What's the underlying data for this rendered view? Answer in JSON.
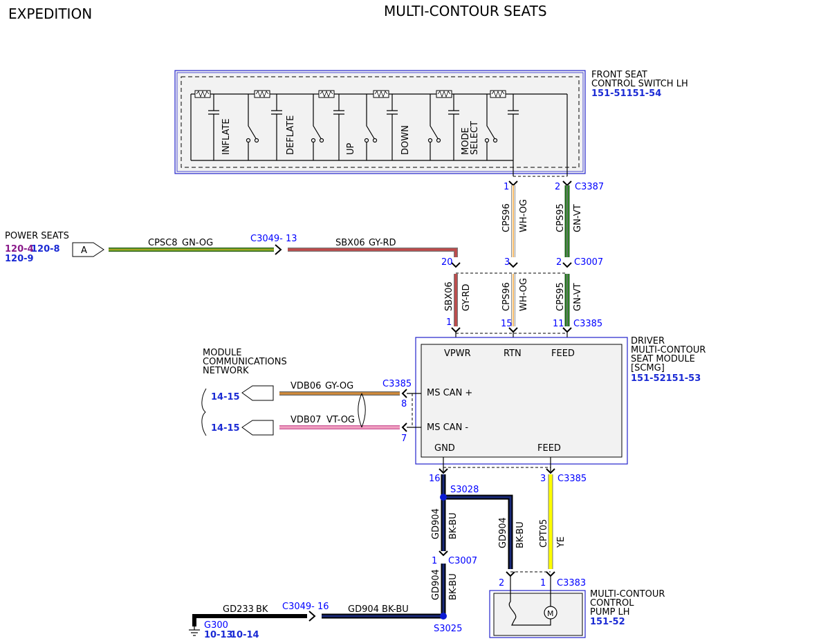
{
  "header": {
    "vehicle": "EXPEDITION",
    "title": "MULTI-CONTOUR SEATS"
  },
  "switch": {
    "name_line1": "FRONT SEAT",
    "name_line2": "CONTROL SWITCH LH",
    "ref": "151-51151-54",
    "labels": [
      "INFLATE",
      "DEFLATE",
      "UP",
      "DOWN",
      "MODE",
      "SELECT"
    ]
  },
  "connectors": {
    "c3387": "C3387",
    "c3387_pin1": "1",
    "c3387_pin2": "2",
    "c3007": "C3007",
    "c3007_pin20": "20",
    "c3007_pin3": "3",
    "c3007_pin2": "2",
    "c3385_top": "C3385",
    "c3385_pin1": "1",
    "c3385_pin15": "15",
    "c3385_pin11": "11",
    "c3385_left": "C3385",
    "c3385_pin8": "8",
    "c3385_pin7": "7",
    "c3385_bot": "C3385",
    "c3385_pin16": "16",
    "c3385_pin3": "3",
    "c3049_13": "C3049- 13",
    "c3049_16": "C3049- 16",
    "c3007_lower": "C3007",
    "c3007_lower_pin1": "1",
    "c3383": "C3383",
    "c3383_pin2": "2",
    "c3383_pin1": "1",
    "s3028": "S3028",
    "s3025": "S3025"
  },
  "wires": {
    "cps96_top": "CPS96",
    "wh_og_top": "WH-OG",
    "cps95_top": "CPS95",
    "gn_vt_top": "GN-VT",
    "cpsc8": "CPSC8",
    "gn_og": "GN-OG",
    "sbx06": "SBX06",
    "gy_rd": "GY-RD",
    "sbx06_v": "SBX06",
    "gy_rd_v": "GY-RD",
    "cps96_mid": "CPS96",
    "wh_og_mid": "WH-OG",
    "cps95_mid": "CPS95",
    "gn_vt_mid": "GN-VT",
    "vdb06": "VDB06",
    "gy_og": "GY-OG",
    "vdb07": "VDB07",
    "vt_og": "VT-OG",
    "gd904_a": "GD904",
    "bk_bu_a": "BK-BU",
    "gd904_b": "GD904",
    "bk_bu_b": "BK-BU",
    "gd904_c": "GD904",
    "bk_bu_c": "BK-BU",
    "cpt05": "CPT05",
    "ye": "YE",
    "gd233": "GD233",
    "bk": "BK",
    "gd904_h": "GD904 BK-BU"
  },
  "power_seats": {
    "label": "POWER SEATS",
    "ref1": "120-4",
    "ref2": "120-8",
    "ref3": "120-9",
    "flag": "A"
  },
  "network": {
    "line1": "MODULE",
    "line2": "COMMUNICATIONS",
    "line3": "NETWORK",
    "ref_a": "14-15",
    "ref_b": "14-15"
  },
  "module": {
    "name1": "DRIVER",
    "name2": "MULTI-CONTOUR",
    "name3": "SEAT MODULE",
    "name4": "[SCMG]",
    "ref": "151-52151-53",
    "vpwr": "VPWR",
    "rtn": "RTN",
    "feed_top": "FEED",
    "ms_can_plus": "MS CAN +",
    "ms_can_minus": "MS CAN -",
    "gnd": "GND",
    "feed_bot": "FEED"
  },
  "pump": {
    "name1": "MULTI-CONTOUR",
    "name2": "CONTROL",
    "name3": "PUMP LH",
    "ref": "151-52",
    "motor": "M"
  },
  "ground": {
    "id": "G300",
    "ref1": "10-13",
    "ref2": "10-14"
  }
}
